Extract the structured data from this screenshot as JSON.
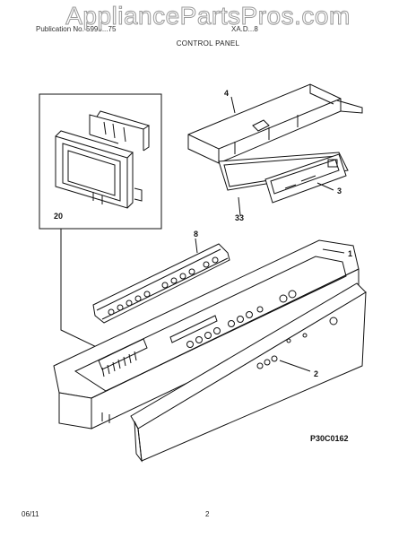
{
  "watermark": "AppliancePartsPros.com",
  "header": {
    "left": "Publication No. 5995...75",
    "right": "XA.D...8",
    "subtitle": "CONTROL PANEL"
  },
  "callouts": {
    "c20": "20",
    "c4": "4",
    "c3": "3",
    "c33": "33",
    "c8": "8",
    "c1": "1",
    "c2": "2"
  },
  "figure_id": "P30C0162",
  "footer": {
    "date": "06/11",
    "page": "2"
  }
}
